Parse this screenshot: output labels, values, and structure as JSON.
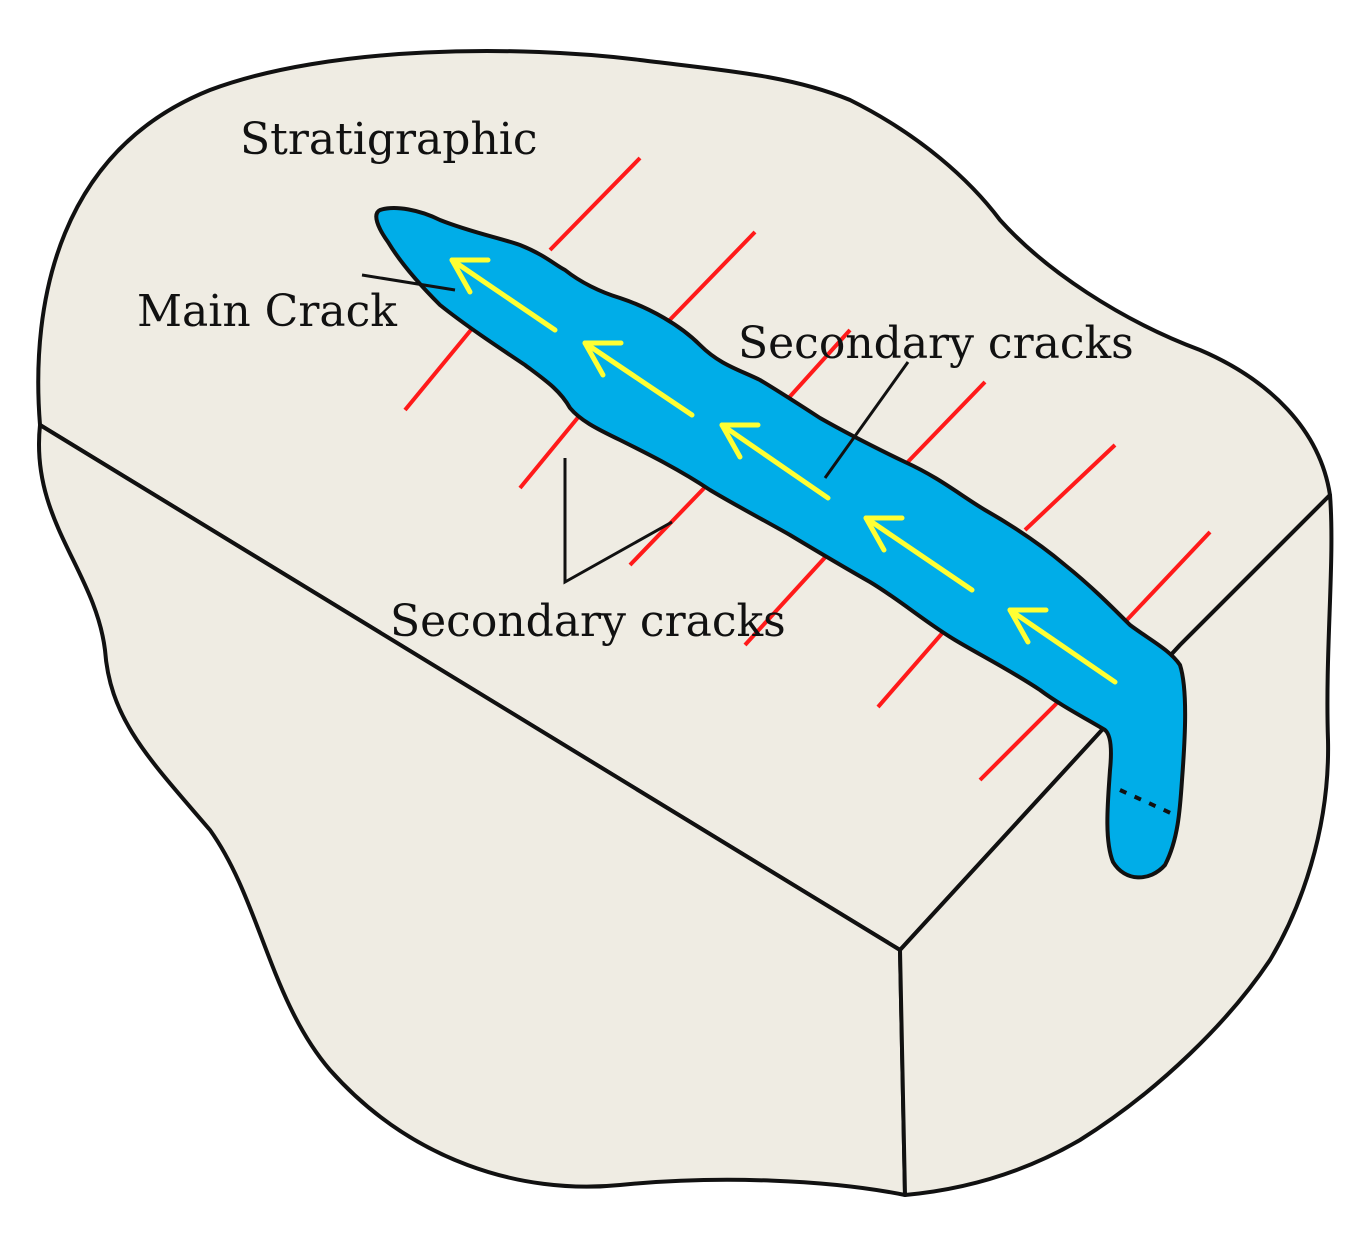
{
  "labels": {
    "stratigraphic": "Stratigraphic",
    "main_crack": "Main Crack",
    "secondary_upper": "Secondary cracks",
    "secondary_lower": "Secondary cracks"
  },
  "colors": {
    "rock_fill": "#efece3",
    "outline": "#111111",
    "crack_fill": "#00ade8",
    "flow_arrow": "#ffff33",
    "secondary_crack": "#ff1a1a"
  },
  "icons": {
    "flow_arrow": "arrow-left-icon"
  }
}
